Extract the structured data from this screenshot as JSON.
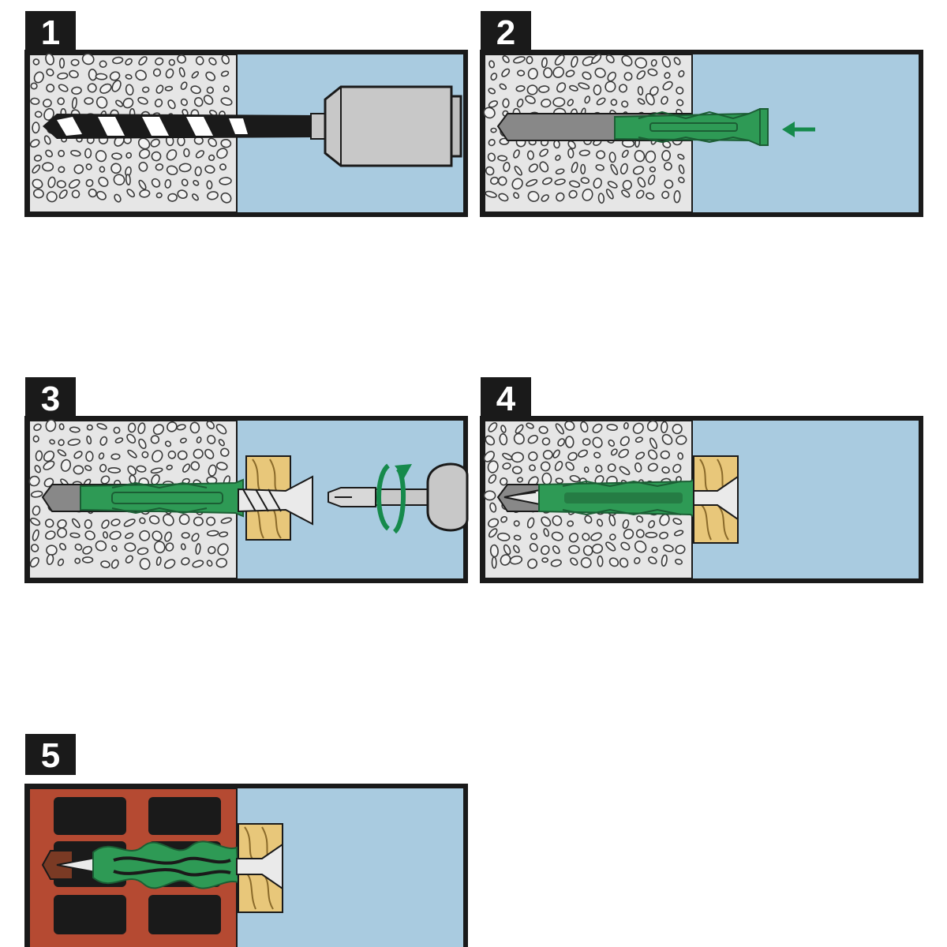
{
  "steps": [
    {
      "number": "1",
      "action": "drill"
    },
    {
      "number": "2",
      "action": "insert-plug"
    },
    {
      "number": "3",
      "action": "screw-in"
    },
    {
      "number": "4",
      "action": "fixed-concrete"
    },
    {
      "number": "5",
      "action": "fixed-hollow-brick"
    }
  ],
  "colors": {
    "frame": "#1a1a1a",
    "concrete": "#e6e6e6",
    "pebble_stroke": "#3a3a3a",
    "air": "#a9cbe0",
    "plug_green": "#2e9a55",
    "plug_dark": "#1b5e34",
    "arrow_green": "#168a4c",
    "steel": "#c8c8c8",
    "hole_grey": "#888888",
    "wood": "#e8c77a",
    "brick": "#b54a32",
    "brick_void": "#1a1a1a"
  },
  "icons": [
    "drill-bit-icon",
    "drill-chuck-icon",
    "insert-arrow-icon",
    "rotate-arrow-icon",
    "screwdriver-icon",
    "screw-icon",
    "wall-plug-icon"
  ]
}
